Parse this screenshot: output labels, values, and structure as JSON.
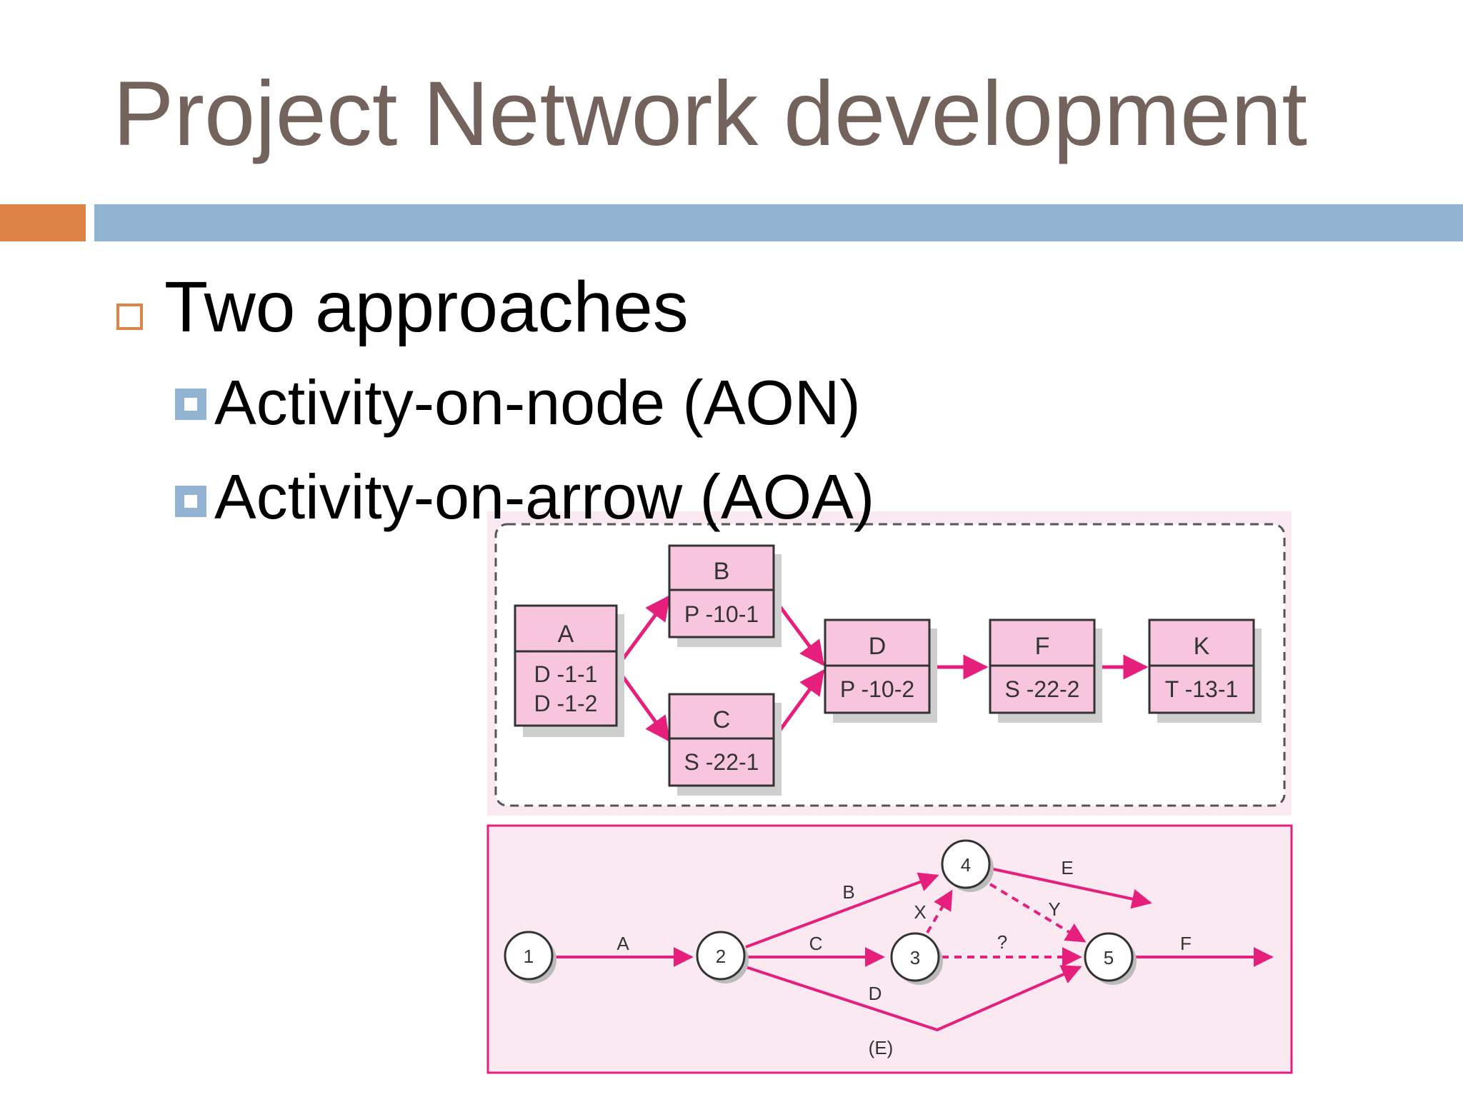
{
  "slide": {
    "title": "Project Network development",
    "bullet_main": "Two approaches",
    "sub_bullets": [
      "Activity-on-node (AON)",
      "Activity-on-arrow (AOA)"
    ]
  },
  "colors": {
    "title": "#74625c",
    "accent_orange": "#dd8448",
    "accent_blue": "#93b3d2",
    "node_fill": "#f7c6de",
    "arrow_magenta": "#e51f7b",
    "panel_pink": "#fbe9f2"
  },
  "aon": {
    "nodes": [
      {
        "id": "A",
        "lines": [
          "D -1-1",
          "D -1-2"
        ]
      },
      {
        "id": "B",
        "lines": [
          "P -10-1"
        ]
      },
      {
        "id": "C",
        "lines": [
          "S -22-1"
        ]
      },
      {
        "id": "D",
        "lines": [
          "P -10-2"
        ]
      },
      {
        "id": "F",
        "lines": [
          "S -22-2"
        ]
      },
      {
        "id": "K",
        "lines": [
          "T -13-1"
        ]
      }
    ],
    "edges": [
      [
        "A",
        "B"
      ],
      [
        "A",
        "C"
      ],
      [
        "B",
        "D"
      ],
      [
        "C",
        "D"
      ],
      [
        "D",
        "F"
      ],
      [
        "F",
        "K"
      ]
    ]
  },
  "aoa": {
    "events": [
      "1",
      "2",
      "3",
      "4",
      "5"
    ],
    "activities": [
      {
        "label": "A",
        "from": "1",
        "to": "2"
      },
      {
        "label": "B",
        "from": "2",
        "to": "4"
      },
      {
        "label": "C",
        "from": "2",
        "to": "3"
      },
      {
        "label": "D",
        "from": "2",
        "to": "5"
      },
      {
        "label": "E",
        "from": "4",
        "to": ""
      },
      {
        "label": "F",
        "from": "5",
        "to": ""
      },
      {
        "label": "X",
        "from": "3",
        "to": "4",
        "dummy": true
      },
      {
        "label": "Y",
        "from": "4",
        "to": "5",
        "dummy": true
      },
      {
        "label": "?",
        "from": "3",
        "to": "5",
        "dummy": true
      }
    ],
    "caption": "(E)"
  }
}
